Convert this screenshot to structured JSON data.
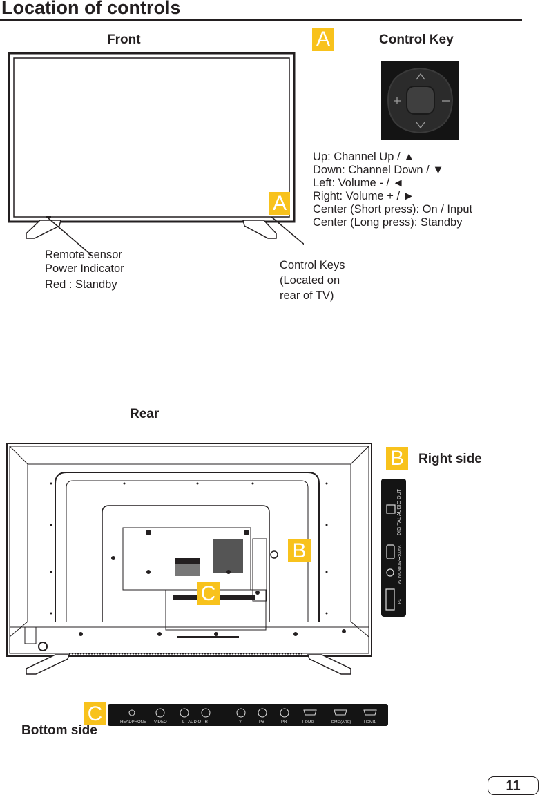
{
  "page": {
    "title": "Location of controls",
    "page_number": "11"
  },
  "front": {
    "heading": "Front",
    "callout_letter": "A",
    "remote_sensor": "Remote sensor",
    "power_indicator": "Power Indicator",
    "standby_color": "Red : Standby",
    "control_keys_label": [
      "Control Keys",
      "(Located on",
      "rear of TV)"
    ]
  },
  "control_key": {
    "letter": "A",
    "heading": "Control Key",
    "functions": [
      "Up: Channel Up / ▲",
      "Down: Channel Down / ▼",
      "Left: Volume - / ◄",
      "Right: Volume + / ►",
      "Center (Short press): On / Input",
      "Center (Long press): Standby"
    ]
  },
  "rear": {
    "heading": "Rear",
    "letter_b": "B",
    "letter_c": "C"
  },
  "right_side": {
    "letter": "B",
    "heading": "Right side",
    "ports": [
      "DIGITAL AUDIO OUT",
      "5V⎓ 500mA",
      "AV IN/CABLE",
      "PC"
    ]
  },
  "bottom_side": {
    "letter": "C",
    "heading": "Bottom side",
    "ports": [
      "HEADPHONE",
      "VIDEO",
      "L - AUDIO - R",
      "Y",
      "PB",
      "PR",
      "HDMI3",
      "HDMI2(ARC)",
      "HDMI1"
    ]
  },
  "colors": {
    "accent": "#f8c21c",
    "ink": "#231f20"
  }
}
